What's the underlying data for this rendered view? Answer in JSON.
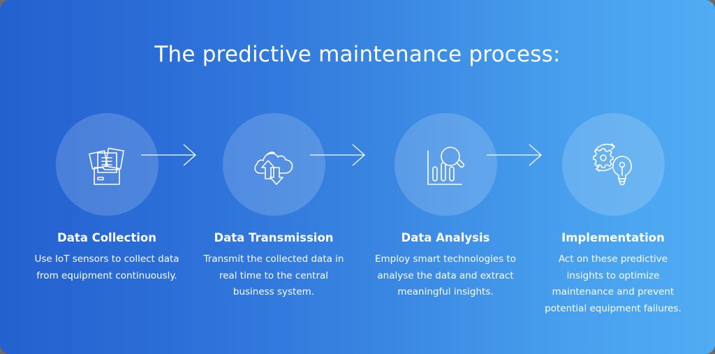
{
  "title": "The predictive maintenance process:",
  "colors": {
    "gradient_start": "#2461cf",
    "gradient_end": "#51acf3",
    "text": "#ffffff",
    "circle_fill": "rgba(255,255,255,0.17)"
  },
  "steps": [
    {
      "icon": "folder-documents-icon",
      "title": "Data Collection",
      "description": "Use IoT sensors to collect data from equipment continuously."
    },
    {
      "icon": "cloud-upload-download-icon",
      "title": "Data Transmission",
      "description": "Transmit the collected data in real time to the central business system."
    },
    {
      "icon": "chart-magnifier-icon",
      "title": "Data Analysis",
      "description": "Employ smart technologies to analyse the data and extract meaningful insights."
    },
    {
      "icon": "gear-lightbulb-icon",
      "title": "Implementation",
      "description": "Act on these predictive insights to optimize maintenance and prevent potential equipment failures."
    }
  ],
  "arrows": [
    "right-arrow",
    "right-arrow",
    "right-arrow"
  ]
}
